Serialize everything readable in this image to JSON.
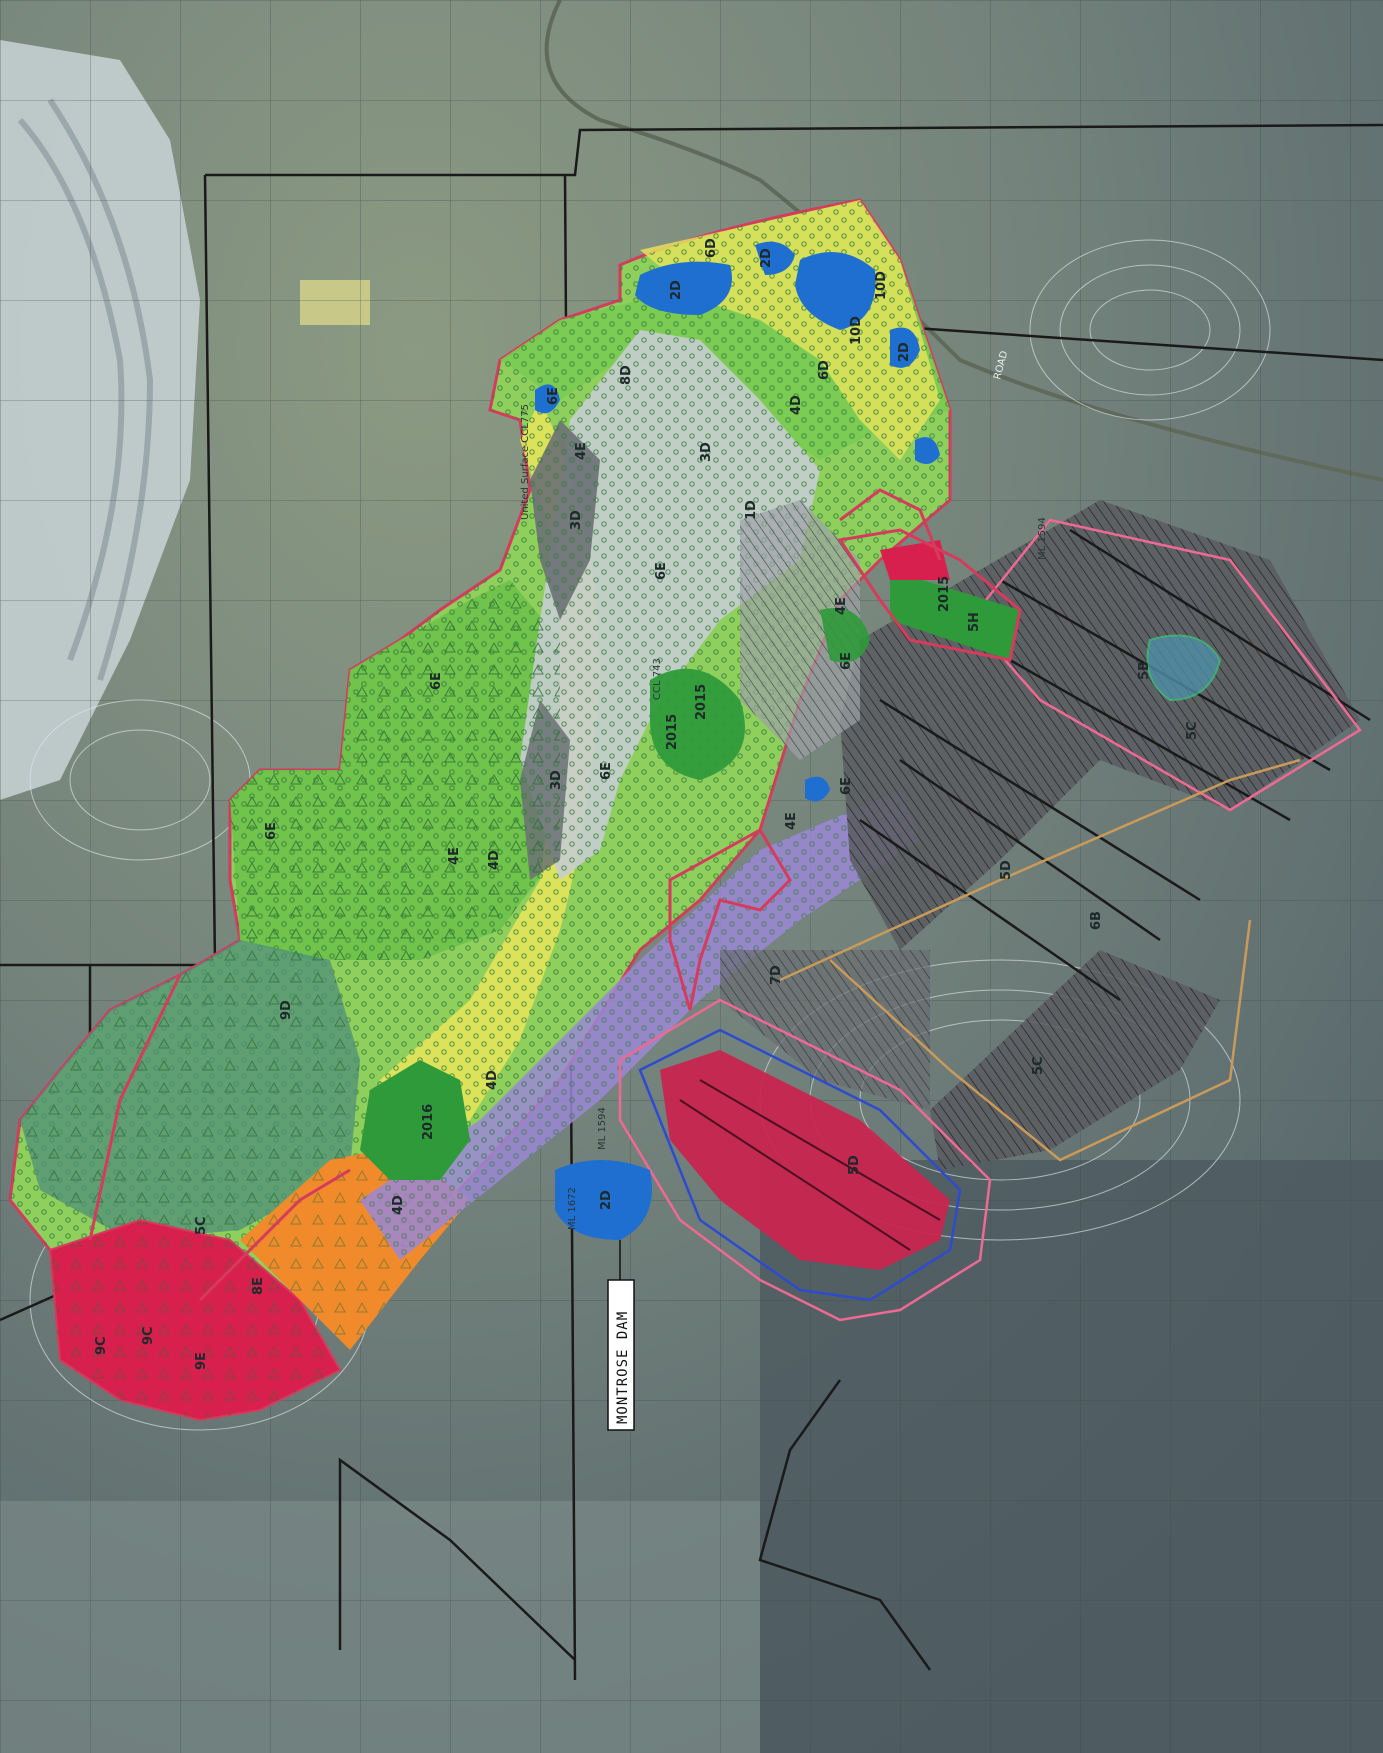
{
  "map": {
    "colors": {
      "boundary_red": "#d63b5e",
      "lease_black": "#1a1a1a",
      "green_rehab": "#6fc24a",
      "dark_green": "#2f9a3a",
      "yellow": "#e4e35a",
      "blue_water": "#1f6fd0",
      "orange": "#f08a2a",
      "crimson": "#d8204e",
      "purple": "#9b87d6",
      "grey_hatch": "#5a5c60",
      "pink_outline": "#ef6a93",
      "tan_outline": "#c99a5a"
    },
    "labels": {
      "dam": "MONTROSE DAM",
      "y2015a": "2015",
      "y2015b": "2015",
      "y2015c": "2015",
      "y2016": "2016",
      "ml1594": "ML 1594",
      "ml1672": "ML 1672",
      "ml1594b": "ML 1594",
      "ccl743": "CCL 743",
      "ccl775": "United Surface CCL775",
      "road": "ROAD"
    },
    "zones": {
      "z10d": "10D",
      "z10d2": "10D",
      "z2d_a": "2D",
      "z2d_b": "2D",
      "z2d_c": "2D",
      "z2d_d": "2D",
      "z6d_a": "6D",
      "z6d_b": "6D",
      "z8d": "8D",
      "z6e_a": "6E",
      "z6e_b": "6E",
      "z6e_c": "6E",
      "z6e_d": "6E",
      "z6e_e": "6E",
      "z6e_f": "6E",
      "z6e_g": "6E",
      "z4e_a": "4E",
      "z4e_b": "4E",
      "z4e_c": "4E",
      "z4e_d": "4E",
      "z3d_a": "3D",
      "z3d_b": "3D",
      "z3d_c": "3D",
      "z4d_a": "4D",
      "z4d_b": "4D",
      "z4d_c": "4D",
      "z4d_d": "4D",
      "z9d": "9D",
      "z9c_a": "9C",
      "z9c_b": "9C",
      "z9e": "9E",
      "z8e": "8E",
      "z5c_a": "5C",
      "z5c_b": "5C",
      "z5c_c": "5C",
      "z5b": "5B",
      "z5d_a": "5D",
      "z5d_b": "5D",
      "z5h": "5H",
      "z7d": "7D",
      "z6b": "6B",
      "z1d": "1D"
    }
  }
}
